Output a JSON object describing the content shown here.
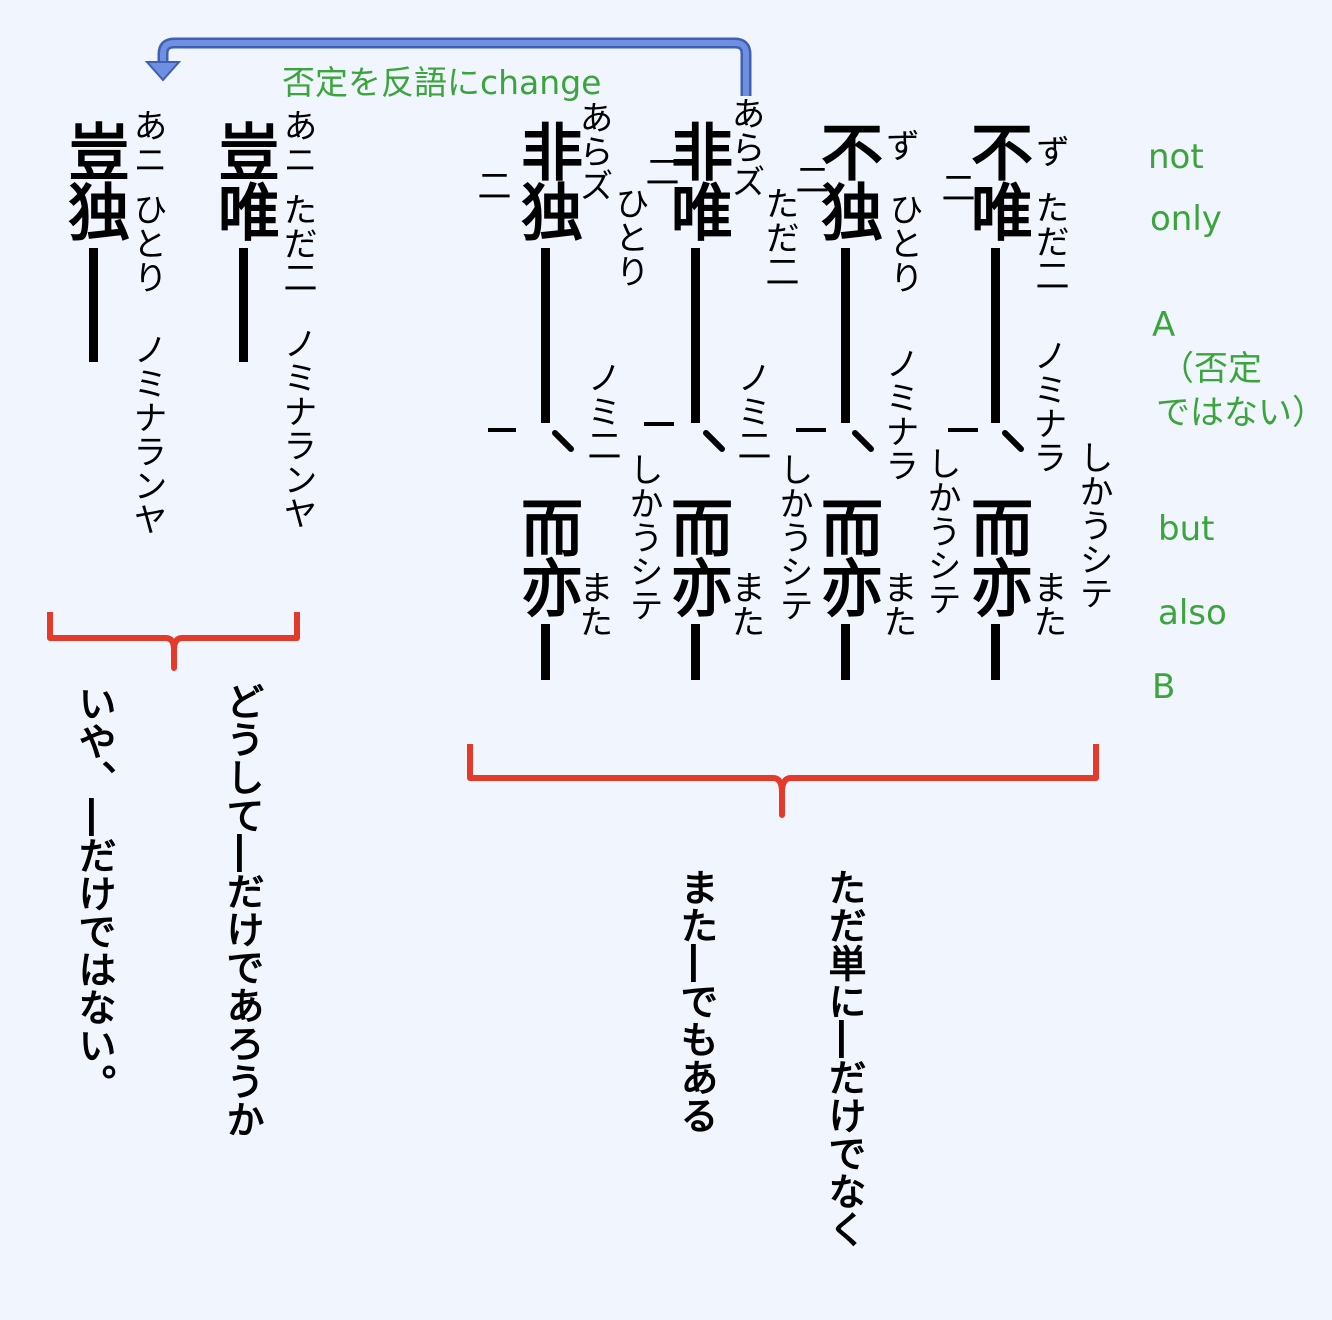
{
  "arrow_label": "否定を反語にchange",
  "columns": [
    {
      "id": "c1",
      "upper": "豈独",
      "kun_upper": "あニ",
      "kun_chars": "ひとり",
      "kun_long": "ノミナランヤ"
    },
    {
      "id": "c2",
      "upper": "豈唯",
      "kun_upper": "あニ",
      "kun_chars": "ただ二",
      "kun_long": "ノミナランヤ"
    },
    {
      "id": "c3",
      "upper": "非独",
      "kun_upper": "あらズ",
      "kun_chars": "ひとり",
      "kun_long": "ノミ二",
      "kun_shika": "しかうシテ",
      "lower": "而亦",
      "kun_lower": "また",
      "left_mark": "二",
      "lower_mark": "一"
    },
    {
      "id": "c4",
      "upper": "非唯",
      "kun_upper": "あらズ",
      "kun_chars": "ただ二",
      "kun_long": "ノミ二",
      "kun_shika": "しかうシテ",
      "lower": "而亦",
      "kun_lower": "また",
      "left_mark": "二",
      "lower_mark": "一"
    },
    {
      "id": "c5",
      "upper": "不独",
      "kun_upper": "ず",
      "kun_chars": "ひとり",
      "kun_long": "ノミナラ",
      "kun_shika": "しかうシテ",
      "lower": "而亦",
      "kun_lower": "また",
      "left_mark": "二",
      "lower_mark": "一"
    },
    {
      "id": "c6",
      "upper": "不唯",
      "kun_upper": "ず",
      "kun_chars": "ただ二",
      "kun_long": "ノミナラ",
      "kun_shika": "しかうシテ",
      "lower": "而亦",
      "kun_lower": "また",
      "left_mark": "二",
      "lower_mark": "一"
    }
  ],
  "legend": {
    "not": "not",
    "only": "only",
    "a": "A",
    "a_note_1": "（否定",
    "a_note_2": "ではない）",
    "but": "but",
    "also": "also",
    "b": "B"
  },
  "translations": {
    "rhetorical_1": "どうして―だけであろうか",
    "rhetorical_2": "いや、―だけではない。",
    "negation_1": "ただ単に―だけでなく",
    "negation_2": "また―でもある"
  },
  "colors": {
    "background": "#f0f5fe",
    "arrow": "#6f8fe0",
    "arrow_outline": "#3f5fb5",
    "label_green": "#3ca43c",
    "bracket_red": "#e33a2a"
  }
}
